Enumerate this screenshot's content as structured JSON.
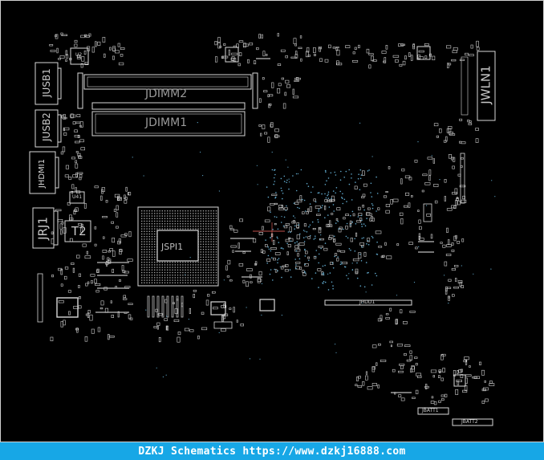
{
  "board": {
    "labels": {
      "dimm2": "JDIMM2",
      "dimm1": "JDIMM1",
      "usb1": "JUSB1",
      "usb2": "JUSB2",
      "hdmi": "JHDMI1",
      "rj": "JRJ1",
      "t2": "T2",
      "wlan": "JWLN1",
      "hdd": "JHDD1",
      "batt1": "JBATT1",
      "batt2": "JBATT2",
      "u2": "U2",
      "u41": "U41",
      "jspi": "JSPI1"
    },
    "colors": {
      "background": "#000000",
      "outline": "#d8d8d8",
      "via": "#5fa6c8",
      "trace": "#c0504d",
      "footer": "#17a7e6"
    }
  },
  "footer": {
    "text": "DZKJ Schematics https://www.dzkj16888.com"
  }
}
